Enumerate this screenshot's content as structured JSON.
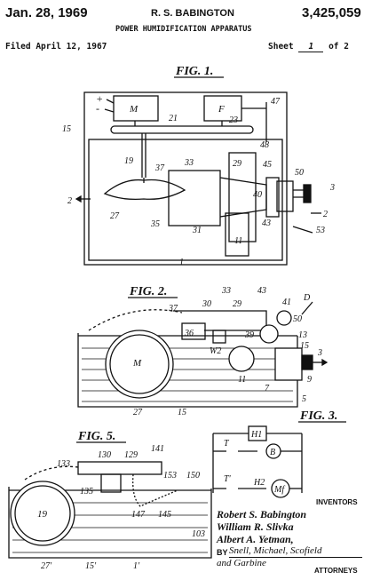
{
  "header": {
    "date": "Jan. 28, 1969",
    "inventor_name": "R. S. BABINGTON",
    "patent_number": "3,425,059",
    "title": "POWER HUMIDIFICATION APPARATUS",
    "filed": "Filed April 12, 1967",
    "sheet_label": "Sheet",
    "sheet_number": "1",
    "sheet_of": "of 2"
  },
  "figures": {
    "fig1": "FIG. 1.",
    "fig2": "FIG. 2.",
    "fig3": "FIG. 3.",
    "fig5": "FIG. 5."
  },
  "fig1_labels": {
    "plus": "+",
    "minus": "-",
    "m": "M",
    "f": "F",
    "n15": "15",
    "n21": "21",
    "n23": "23",
    "n47": "47",
    "n48": "48",
    "n19": "19",
    "n37": "37",
    "n33": "33",
    "n29": "29",
    "n45": "45",
    "n50": "50",
    "n40": "40",
    "n3": "3",
    "n2a": "2",
    "n2b": "2",
    "n27": "27",
    "n35": "35",
    "n31": "31",
    "n11": "11",
    "n43": "43",
    "n53": "53",
    "n1": "1"
  },
  "fig2_labels": {
    "n33": "33",
    "n43": "43",
    "n41": "41",
    "n30": "30",
    "n29": "29",
    "d": "D",
    "n37": "37",
    "n50": "50",
    "n36": "36",
    "n39": "39",
    "w2": "W2",
    "n13": "13",
    "n15a": "15",
    "n3": "3",
    "m": "M",
    "n11": "11",
    "n7": "7",
    "n9": "9",
    "n27": "27",
    "n15b": "15",
    "n5": "5"
  },
  "fig3_labels": {
    "h1": "H1",
    "t": "T",
    "b": "B",
    "t1": "T'",
    "h2": "H2",
    "mf": "Mf"
  },
  "fig5_labels": {
    "n141": "141",
    "n133": "133",
    "n130": "130",
    "n129": "129",
    "n153": "153",
    "n150": "150",
    "n135": "135",
    "n147": "147",
    "n145": "145",
    "n19": "19",
    "n103": "103",
    "n27": "27'",
    "n15": "15'",
    "n1": "1'"
  },
  "inventors": {
    "heading": "INVENTORS",
    "name1": "Robert S. Babington",
    "name2": "William R. Slivka",
    "name3": "Albert A. Yetman,",
    "by": "BY",
    "firm1": "Snell, Michael, Scofield",
    "firm2": "and Garbine",
    "attorneys": "ATTORNEYS"
  }
}
